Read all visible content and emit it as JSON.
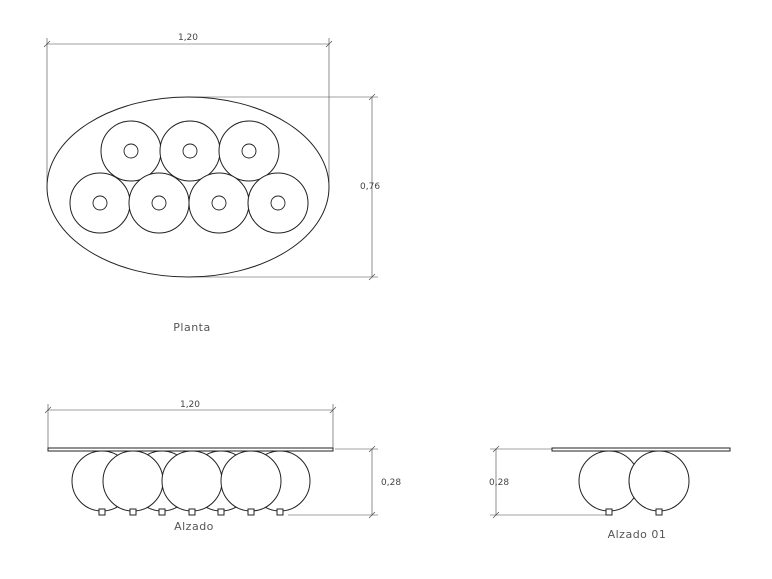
{
  "plan": {
    "caption": "Planta",
    "width_label": "1,20",
    "depth_label": "0,76"
  },
  "front_elevation": {
    "caption": "Alzado",
    "width_label": "1,20",
    "height_label": "0,28"
  },
  "side_elevation": {
    "caption": "Alzado 01",
    "height_label": "0,28"
  }
}
